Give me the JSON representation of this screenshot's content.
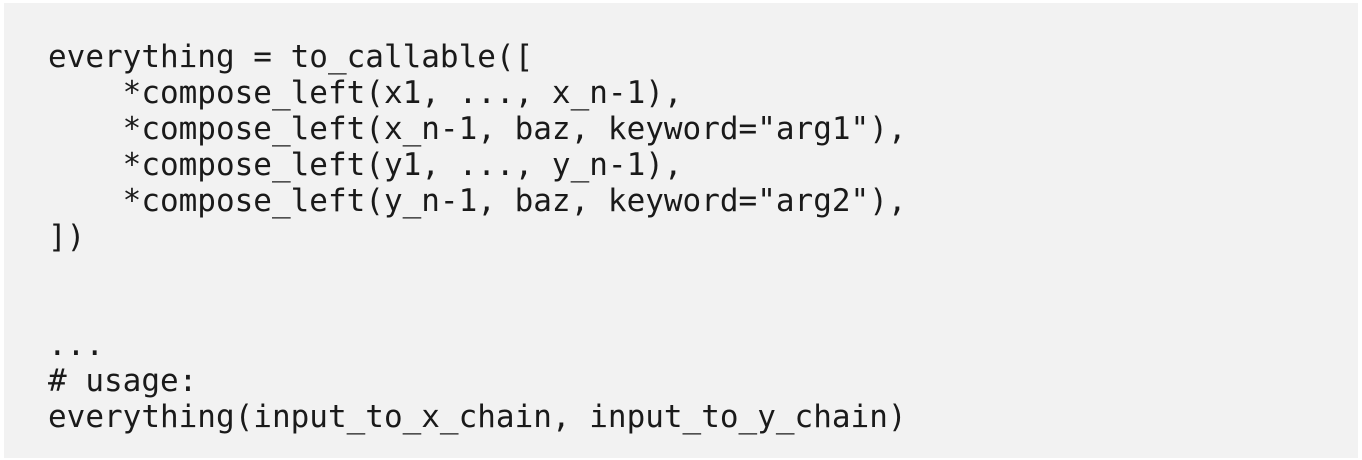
{
  "code_block": {
    "lines": [
      "everything = to_callable([",
      "    *compose_left(x1, ..., x_n-1),",
      "    *compose_left(x_n-1, baz, keyword=\"arg1\"),",
      "    *compose_left(y1, ..., y_n-1),",
      "    *compose_left(y_n-1, baz, keyword=\"arg2\"),",
      "])",
      "",
      "",
      "...",
      "# usage:",
      "everything(input_to_x_chain, input_to_y_chain)"
    ]
  }
}
